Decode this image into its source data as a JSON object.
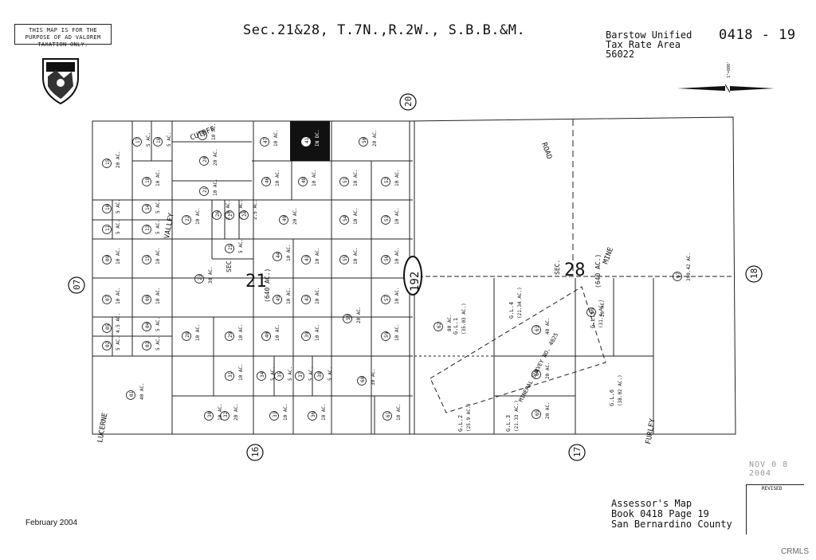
{
  "notice": "THIS MAP IS FOR THE PURPOSE OF AD VALOREM TAXATION ONLY.",
  "title": "Sec.21&28, T.7N.,R.2W., S.B.B.&M.",
  "tax_rate_area": {
    "line1": "Barstow Unified",
    "line2": "Tax Rate Area",
    "line3": "56022"
  },
  "map_number": "0418 - 19",
  "scale": "1\"=800'",
  "date": "February 2004",
  "footer": {
    "line1": "Assessor's Map",
    "line2": "Book 0418 Page 19",
    "line3": "San Bernardino County"
  },
  "revised_label": "REVISED",
  "stamp": "NOV 0 8 2004",
  "watermark": "CRMLS",
  "adjacent_pages": [
    "20",
    "07",
    "16",
    "17",
    "18"
  ],
  "section_labels": {
    "sec21": "21",
    "sec28": "28",
    "sec_word": "SEC."
  },
  "route": "192",
  "roads": [
    "CUTOFF",
    "VALLEY",
    "ROAD",
    "LUCERNE",
    "MINE",
    "FURLEY"
  ],
  "parcels": [
    {
      "n": "15",
      "a": "20 AC."
    },
    {
      "n": "17",
      "a": "5 AC."
    },
    {
      "n": "18",
      "a": "5 AC."
    },
    {
      "n": "19",
      "a": "10 AC."
    },
    {
      "n": "20",
      "a": "20 AC."
    },
    {
      "n": "18",
      "a": "10 AC."
    },
    {
      "n": "21",
      "a": "10 AC."
    },
    {
      "n": "47",
      "a": "10 AC."
    },
    {
      "n": "41",
      "a": "IN DC."
    },
    {
      "n": "50",
      "a": "20 AC."
    },
    {
      "n": "46",
      "a": "10 AC."
    },
    {
      "n": "48",
      "a": "10 AC."
    },
    {
      "n": "51",
      "a": "10 AC."
    },
    {
      "n": "52",
      "a": "10 AC."
    },
    {
      "n": "10",
      "a": "5 AC."
    },
    {
      "n": "14",
      "a": "5 AC."
    },
    {
      "n": "11",
      "a": "5 AC."
    },
    {
      "n": "13",
      "a": "5 AC."
    },
    {
      "n": "22",
      "a": "10 AC."
    },
    {
      "n": "26",
      "a": "2.5 AC."
    },
    {
      "n": "27",
      "a": "2.5 AC."
    },
    {
      "n": "24",
      "a": "2.5 AC."
    },
    {
      "n": "49",
      "a": "20 AC."
    },
    {
      "n": "54",
      "a": "10 AC."
    },
    {
      "n": "53",
      "a": "10 AC."
    },
    {
      "n": "09",
      "a": "10 AC."
    },
    {
      "n": "15",
      "a": "10 AC."
    },
    {
      "n": "25",
      "a": "5 AC."
    },
    {
      "n": "44",
      "a": "10 AC."
    },
    {
      "n": "43",
      "a": "10 AC."
    },
    {
      "n": "55",
      "a": "10 AC."
    },
    {
      "n": "56",
      "a": "10 AC."
    },
    {
      "n": "07",
      "a": "10 AC."
    },
    {
      "n": "08",
      "a": "10 AC."
    },
    {
      "n": "23",
      "a": "30 AC."
    },
    {
      "n": "45",
      "a": "10 AC."
    },
    {
      "n": "42",
      "a": "10 AC."
    },
    {
      "n": "58",
      "a": "20 AC."
    },
    {
      "n": "57",
      "a": "10 AC."
    },
    {
      "n": "05",
      "a": "4.5 AC."
    },
    {
      "n": "04",
      "a": "5 AC."
    },
    {
      "n": "02",
      "a": "5 AC."
    },
    {
      "n": "03",
      "a": "5 AC."
    },
    {
      "n": "28",
      "a": "10 AC."
    },
    {
      "n": "29",
      "a": "10 AC."
    },
    {
      "n": "40",
      "a": "10 AC."
    },
    {
      "n": "39",
      "a": "10 AC."
    },
    {
      "n": "59",
      "a": "10 AC."
    },
    {
      "n": "01",
      "a": "40 AC."
    },
    {
      "n": "30",
      "a": "10 AC."
    },
    {
      "n": "31",
      "a": "10 AC."
    },
    {
      "n": "34",
      "a": "5 AC."
    },
    {
      "n": "35",
      "a": "5 AC."
    },
    {
      "n": "37",
      "a": "5 AC."
    },
    {
      "n": "38",
      "a": "5 AC."
    },
    {
      "n": "60",
      "a": "30 AC."
    },
    {
      "n": "32",
      "a": "20 AC."
    },
    {
      "n": "33",
      "a": "10 AC."
    },
    {
      "n": "36",
      "a": "10 AC."
    },
    {
      "n": "61",
      "a": "10 AC."
    },
    {
      "n": "62",
      "a": "80 AC."
    },
    {
      "n": "63",
      "a": "40 AC."
    },
    {
      "n": "64",
      "a": "20 AC."
    },
    {
      "n": "65",
      "a": "20 AC."
    },
    {
      "n": "66",
      "a": "20 AC."
    },
    {
      "n": "67",
      "a": "390.42 AC."
    }
  ],
  "gov_lots": [
    {
      "n": "G.L.1",
      "a": "(35.03 AC.)"
    },
    {
      "n": "G.L.2",
      "a": "(25.9 AC.)"
    },
    {
      "n": "G.L.3",
      "a": "(21.33 AC.)"
    },
    {
      "n": "G.L.4",
      "a": "(21.34 AC.)"
    },
    {
      "n": "G.L.5",
      "a": "(31.4 AC.)"
    },
    {
      "n": "G.L.6",
      "a": "(38.02 AC.)"
    }
  ],
  "mineral_survey": "MINERAL SURVEY NO. 4025",
  "sec21_area": "(640 AC.)",
  "sec28_area": "(640 AC.)"
}
